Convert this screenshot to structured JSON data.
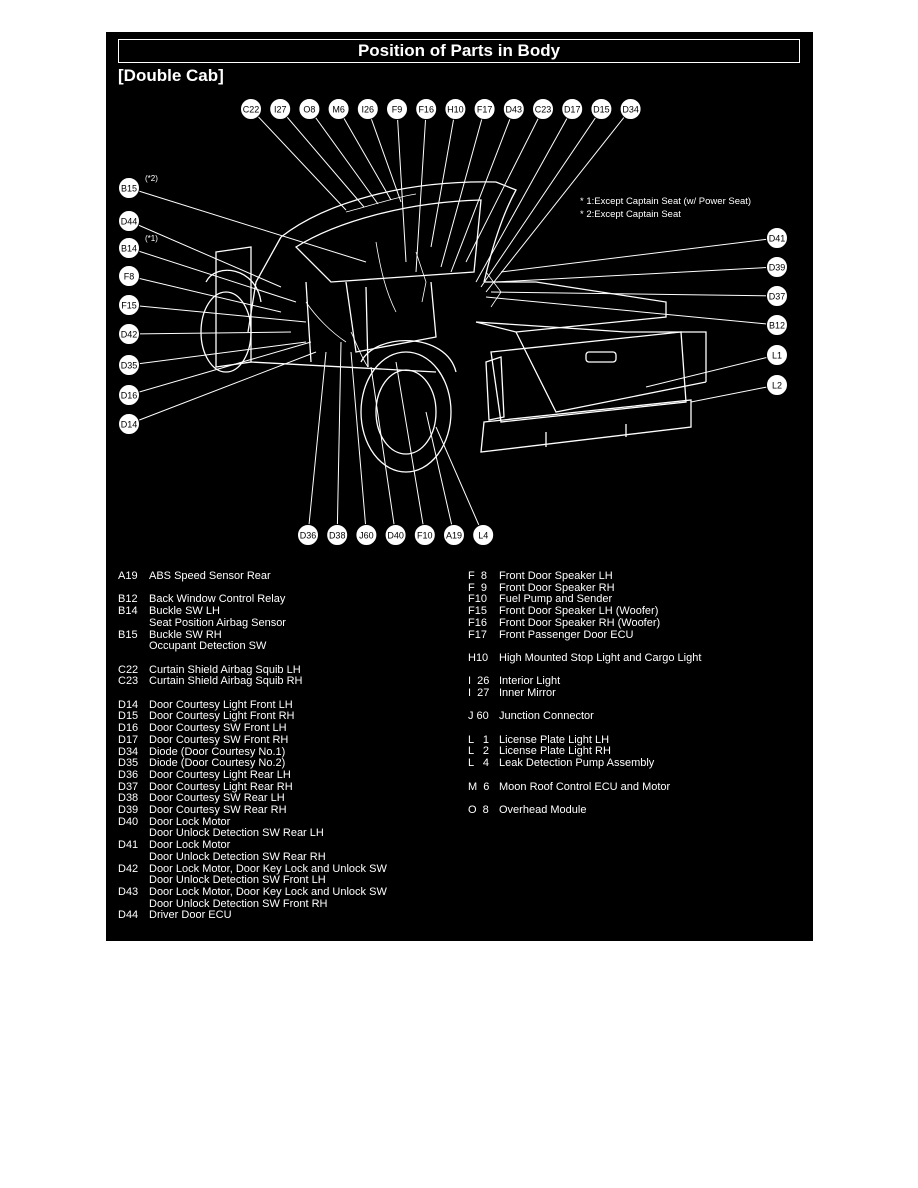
{
  "title": "Position of Parts in Body",
  "subtitle": "[Double Cab]",
  "notes": [
    "* 1:Except Captain Seat (w/ Power Seat)",
    "* 2:Except Captain Seat"
  ],
  "markers": {
    "top": [
      "C22",
      "I27",
      "O8",
      "M6",
      "I26",
      "F9",
      "F16",
      "H10",
      "F17",
      "D43",
      "C23",
      "D17",
      "D15",
      "D34"
    ],
    "left": [
      "B15",
      "D44",
      "B14",
      "F8",
      "F15",
      "D42",
      "D35",
      "D16",
      "D14"
    ],
    "left_notes": {
      "B15": "(*2)",
      "B14": "(*1)"
    },
    "right": [
      "D41",
      "D39",
      "D37",
      "B12",
      "L1",
      "L2"
    ],
    "bottom": [
      "D36",
      "D38",
      "J60",
      "D40",
      "F10",
      "A19",
      "L4"
    ]
  },
  "legend_left": [
    {
      "code": "A19",
      "desc": "ABS Speed Sensor Rear"
    },
    {
      "gap": true
    },
    {
      "code": "B12",
      "desc": "Back Window Control Relay"
    },
    {
      "code": "B14",
      "desc": "Buckle SW LH"
    },
    {
      "code": "",
      "desc": "Seat Position Airbag Sensor"
    },
    {
      "code": "B15",
      "desc": "Buckle SW RH"
    },
    {
      "code": "",
      "desc": "Occupant Detection SW"
    },
    {
      "gap": true
    },
    {
      "code": "C22",
      "desc": "Curtain Shield Airbag Squib LH"
    },
    {
      "code": "C23",
      "desc": "Curtain Shield Airbag Squib RH"
    },
    {
      "gap": true
    },
    {
      "code": "D14",
      "desc": "Door Courtesy Light Front LH"
    },
    {
      "code": "D15",
      "desc": "Door Courtesy Light Front RH"
    },
    {
      "code": "D16",
      "desc": "Door Courtesy SW Front LH"
    },
    {
      "code": "D17",
      "desc": "Door Courtesy SW Front RH"
    },
    {
      "code": "D34",
      "desc": "Diode (Door Courtesy No.1)"
    },
    {
      "code": "D35",
      "desc": "Diode (Door Courtesy No.2)"
    },
    {
      "code": "D36",
      "desc": "Door Courtesy Light Rear LH"
    },
    {
      "code": "D37",
      "desc": "Door Courtesy Light Rear RH"
    },
    {
      "code": "D38",
      "desc": "Door Courtesy SW Rear LH"
    },
    {
      "code": "D39",
      "desc": "Door Courtesy SW Rear RH"
    },
    {
      "code": "D40",
      "desc": "Door Lock Motor"
    },
    {
      "code": "",
      "desc": "Door Unlock Detection SW Rear LH"
    },
    {
      "code": "D41",
      "desc": "Door Lock Motor"
    },
    {
      "code": "",
      "desc": "Door Unlock Detection SW Rear RH"
    },
    {
      "code": "D42",
      "desc": "Door Lock Motor, Door Key Lock and Unlock SW"
    },
    {
      "code": "",
      "desc": "Door Unlock Detection SW Front LH"
    },
    {
      "code": "D43",
      "desc": "Door Lock Motor, Door Key Lock and Unlock SW"
    },
    {
      "code": "",
      "desc": "Door Unlock Detection SW Front RH"
    },
    {
      "code": "D44",
      "desc": "Driver Door ECU"
    }
  ],
  "legend_right": [
    {
      "code": "F  8",
      "desc": "Front Door Speaker LH"
    },
    {
      "code": "F  9",
      "desc": "Front Door Speaker RH"
    },
    {
      "code": "F10",
      "desc": "Fuel Pump and Sender"
    },
    {
      "code": "F15",
      "desc": "Front Door Speaker LH (Woofer)"
    },
    {
      "code": "F16",
      "desc": "Front Door Speaker RH (Woofer)"
    },
    {
      "code": "F17",
      "desc": "Front Passenger Door ECU"
    },
    {
      "gap": true
    },
    {
      "code": "H10",
      "desc": "High Mounted Stop Light and Cargo Light"
    },
    {
      "gap": true
    },
    {
      "code": "I  26",
      "desc": "Interior Light"
    },
    {
      "code": "I  27",
      "desc": "Inner Mirror"
    },
    {
      "gap": true
    },
    {
      "code": "J 60",
      "desc": "Junction Connector"
    },
    {
      "gap": true
    },
    {
      "code": "L   1",
      "desc": "License Plate Light LH"
    },
    {
      "code": "L   2",
      "desc": "License Plate Light RH"
    },
    {
      "code": "L   4",
      "desc": "Leak Detection Pump Assembly"
    },
    {
      "gap": true
    },
    {
      "code": "M  6",
      "desc": "Moon Roof Control ECU and Motor"
    },
    {
      "gap": true
    },
    {
      "code": "O  8",
      "desc": "Overhead Module"
    }
  ]
}
